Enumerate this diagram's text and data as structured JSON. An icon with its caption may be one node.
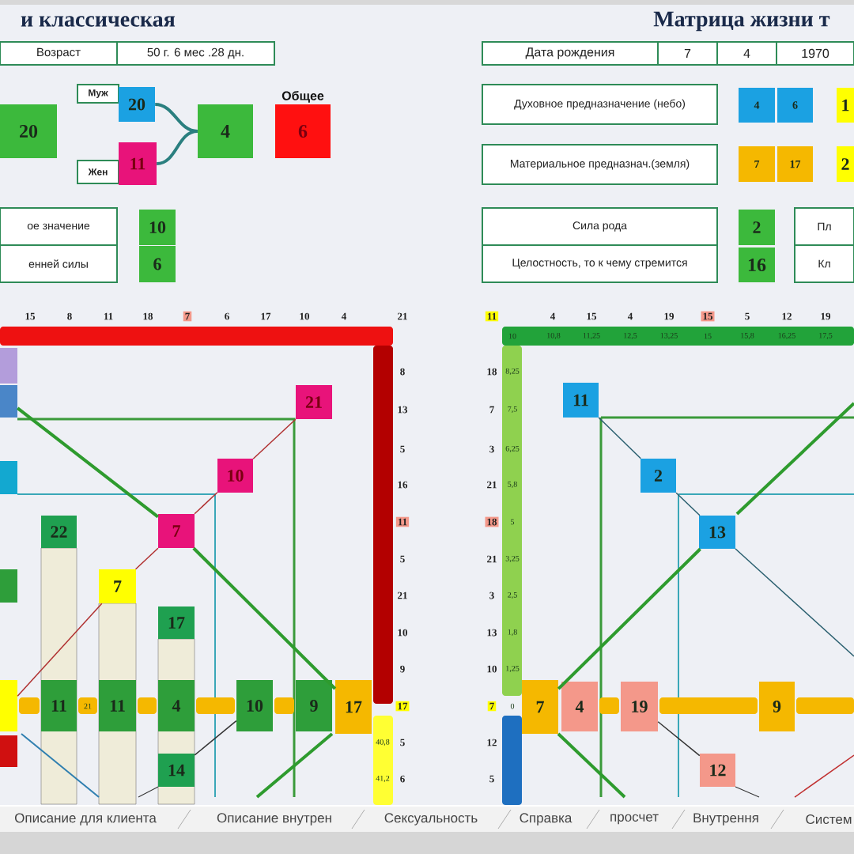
{
  "diagram": {
    "nodes": [
      {
        "text": [
          "Возраст"
        ]
      },
      {
        "text": [
          "50 г. 6 мес .28 дн."
        ]
      },
      {
        "text": [
          "Дата рождения"
        ]
      },
      {
        "text": [
          "7"
        ]
      },
      {
        "text": [
          "4"
        ]
      },
      {
        "text": [
          "1970"
        ]
      },
      {
        "text": [
          "20"
        ]
      },
      {
        "text": [
          "Муж"
        ]
      },
      {
        "text": [
          "20"
        ]
      },
      {
        "text": [
          "Жен"
        ]
      },
      {
        "text": [
          "11"
        ]
      },
      {
        "text": [
          "4"
        ]
      },
      {
        "text": [
          "Общее",
          "6"
        ]
      },
      {
        "text": [
          "Духовное предназначение (небо)"
        ]
      },
      {
        "text": [
          "4"
        ]
      },
      {
        "text": [
          "6"
        ]
      },
      {
        "text": [
          "1"
        ]
      },
      {
        "text": [
          "Материальное предназнач.(земля)"
        ]
      },
      {
        "text": [
          "7"
        ]
      },
      {
        "text": [
          "17"
        ]
      },
      {
        "text": [
          "2"
        ]
      },
      {
        "text": [
          "ое значение"
        ]
      },
      {
        "text": [
          "енней силы"
        ]
      },
      {
        "text": [
          "10"
        ]
      },
      {
        "text": [
          "6"
        ]
      },
      {
        "text": [
          "Сила рода"
        ]
      },
      {
        "text": [
          "Целостность, то к чему стремится"
        ]
      },
      {
        "text": [
          "2"
        ]
      },
      {
        "text": [
          "16"
        ]
      },
      {
        "text": [
          "Пл"
        ]
      },
      {
        "text": [
          "Кл"
        ]
      },
      {
        "text": [],
        "shape": "box"
      },
      {
        "text": [],
        "shape": "box"
      },
      {
        "text": [
          "21"
        ]
      },
      {
        "text": [],
        "shape": "box"
      },
      {
        "text": [
          "10"
        ]
      },
      {
        "text": [
          "22"
        ]
      },
      {
        "text": [
          "7"
        ]
      },
      {
        "text": [],
        "shape": "box"
      },
      {
        "text": [
          "7"
        ]
      },
      {
        "text": [
          "17"
        ]
      },
      {
        "text": [],
        "shape": "box"
      },
      {
        "text": [
          "11"
        ]
      },
      {
        "text": [
          "11"
        ]
      },
      {
        "text": [
          "4"
        ]
      },
      {
        "text": [
          "10"
        ]
      },
      {
        "text": [
          "9"
        ]
      },
      {
        "text": [
          "17"
        ]
      },
      {
        "text": [],
        "shape": "box"
      },
      {
        "text": [
          "14"
        ]
      },
      {
        "text": [
          "11"
        ]
      },
      {
        "text": [
          "2"
        ]
      },
      {
        "text": [
          "13"
        ]
      },
      {
        "text": [
          "7"
        ]
      },
      {
        "text": [
          "4"
        ]
      },
      {
        "text": [
          "19"
        ]
      },
      {
        "text": [
          "9"
        ]
      },
      {
        "text": [
          "12"
        ]
      },
      {
        "text": [],
        "shape": "bar"
      },
      {
        "text": [],
        "shape": "bar"
      },
      {
        "text": [],
        "shape": "bar"
      },
      {
        "text": [],
        "shape": "bar"
      },
      {
        "text": [],
        "shape": "bar"
      },
      {
        "text": [],
        "shape": "bar"
      },
      {
        "text": [],
        "shape": "bar"
      },
      {
        "text": [],
        "shape": "bar"
      },
      {
        "text": [],
        "shape": "bar"
      },
      {
        "text": [],
        "shape": "bar"
      },
      {
        "text": [],
        "shape": "bar"
      },
      {
        "text": [],
        "shape": "bar"
      },
      {
        "text": [],
        "shape": "bar"
      },
      {
        "text": [],
        "shape": "bar"
      }
    ],
    "edges": [
      {
        "from": 8,
        "to": 11,
        "arrow": "none",
        "style": "thick",
        "color": "#2a7f7f"
      },
      {
        "from": 10,
        "to": 11,
        "arrow": "none",
        "style": "thick",
        "color": "#2a7f7f"
      },
      {
        "from": 33,
        "to": 35,
        "arrow": "none",
        "color": "#b03030"
      },
      {
        "from": 35,
        "to": 37,
        "arrow": "none",
        "color": "#b03030"
      },
      {
        "from": 37,
        "to": 39,
        "arrow": "none",
        "color": "#b03030"
      },
      {
        "from": 39,
        "to": 41,
        "arrow": "none",
        "color": "#b03030"
      },
      {
        "from": 32,
        "to": 37,
        "arrow": "none",
        "style": "thick",
        "color": "#2e9b2e"
      },
      {
        "from": 37,
        "to": 47,
        "arrow": "none",
        "style": "thick",
        "color": "#2e9b2e"
      },
      {
        "from": 45,
        "to": 49,
        "arrow": "none",
        "color": "#333333"
      },
      {
        "from": 50,
        "to": 51,
        "arrow": "none",
        "color": "#2a5f6f"
      },
      {
        "from": 51,
        "to": 52,
        "arrow": "none",
        "color": "#2a5f6f"
      },
      {
        "from": 53,
        "to": 52,
        "arrow": "none",
        "style": "thick",
        "color": "#2e9b2e"
      },
      {
        "from": 55,
        "to": 57,
        "arrow": "none",
        "color": "#333333"
      }
    ],
    "labels": [
      "и классическая",
      "Матрица жизни т",
      "15",
      "8",
      "11",
      "18",
      "7",
      "6",
      "17",
      "10",
      "4",
      "21",
      "8",
      "13",
      "5",
      "16",
      "11",
      "5",
      "21",
      "10",
      "9",
      "17",
      "5",
      "6",
      "40,8",
      "41,2",
      "21",
      "11",
      "4",
      "15",
      "4",
      "19",
      "15",
      "5",
      "12",
      "19",
      "10",
      "10,8",
      "11,25",
      "12,5",
      "13,25",
      "15",
      "15,8",
      "16,25",
      "17,5",
      "18",
      "7",
      "3",
      "21",
      "18",
      "21",
      "3",
      "13",
      "10",
      "7",
      "12",
      "5",
      "8,25",
      "7,5",
      "6,25",
      "5,8",
      "5",
      "3,25",
      "2,5",
      "1,8",
      "1,25",
      "0",
      "Описание для клиента",
      "Описание внутрен",
      "Сексуальность",
      "Справка",
      "просчет",
      "Внутрення",
      "Систем"
    ]
  }
}
